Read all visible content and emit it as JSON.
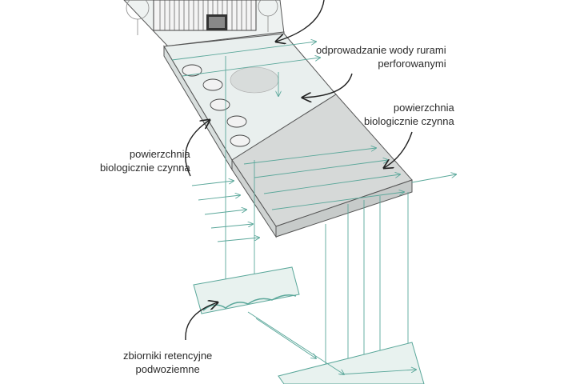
{
  "labels": {
    "drainage": {
      "line1": "odprowadzanie wody rurami",
      "line2": "perforowanymi"
    },
    "bio_surface_right": {
      "line1": "powierzchnia",
      "line2": "biologicznie czynna"
    },
    "bio_surface_left": {
      "line1": "powierzchnia",
      "line2": "biologicznie czynna"
    },
    "retention_tanks": {
      "line1": "zbiorniki retencyjne",
      "line2": "podwoziemne"
    }
  },
  "colors": {
    "outline": "#555555",
    "water_line": "#5aa79a",
    "slab_fill": "#e9efee",
    "raised_fill": "#d6d9d8",
    "tank_fill": "#e8f2ef",
    "text": "#2a2a2a"
  },
  "icons": {
    "building": "building-icon",
    "trees": "tree-icon",
    "arrow": "arrow-icon"
  }
}
